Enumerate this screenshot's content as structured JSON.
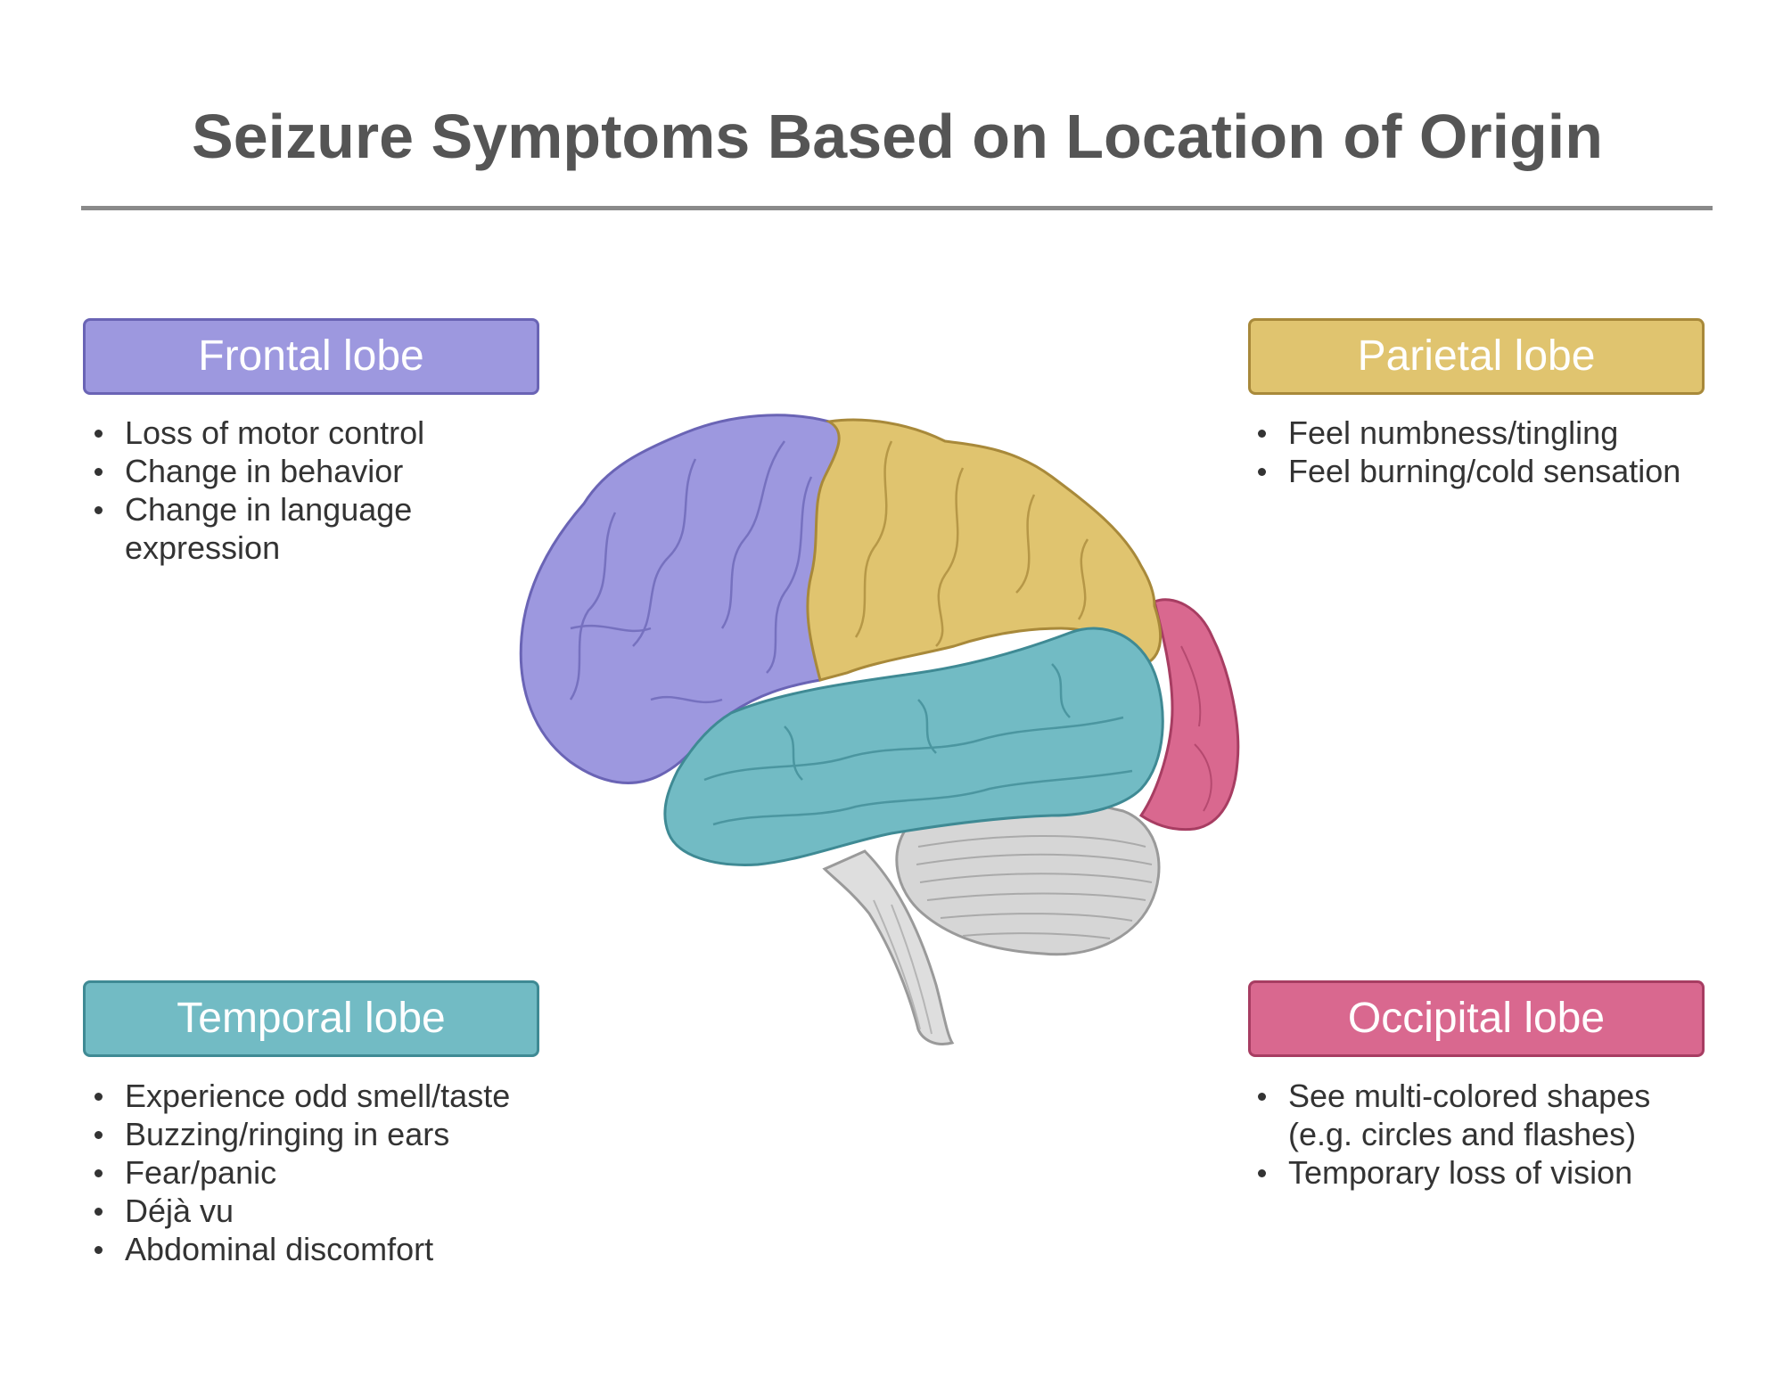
{
  "title": "Seizure Symptoms Based on Location of Origin",
  "lobes": {
    "frontal": {
      "label": "Frontal lobe",
      "color": "#9d98df",
      "border": "#6a64b5",
      "symptoms": [
        "Loss of motor control",
        "Change in behavior",
        "Change in language expression"
      ]
    },
    "parietal": {
      "label": "Parietal lobe",
      "color": "#e0c46f",
      "border": "#a8893a",
      "symptoms": [
        "Feel numbness/tingling",
        "Feel burning/cold sensation"
      ]
    },
    "temporal": {
      "label": "Temporal lobe",
      "color": "#72bbc4",
      "border": "#3f8a94",
      "symptoms": [
        "Experience odd smell/taste",
        "Buzzing/ringing in ears",
        "Fear/panic",
        "Déjà vu",
        "Abdominal discomfort"
      ]
    },
    "occipital": {
      "label": "Occipital lobe",
      "color": "#d9688f",
      "border": "#a73d62",
      "symptoms": [
        "See multi-colored shapes (e.g. circles and flashes)",
        "Temporary loss of vision"
      ]
    }
  },
  "brain": {
    "cerebellum_color": "#d6d6d6",
    "stem_color": "#dedede",
    "outline_color": "#9a9a9a"
  }
}
